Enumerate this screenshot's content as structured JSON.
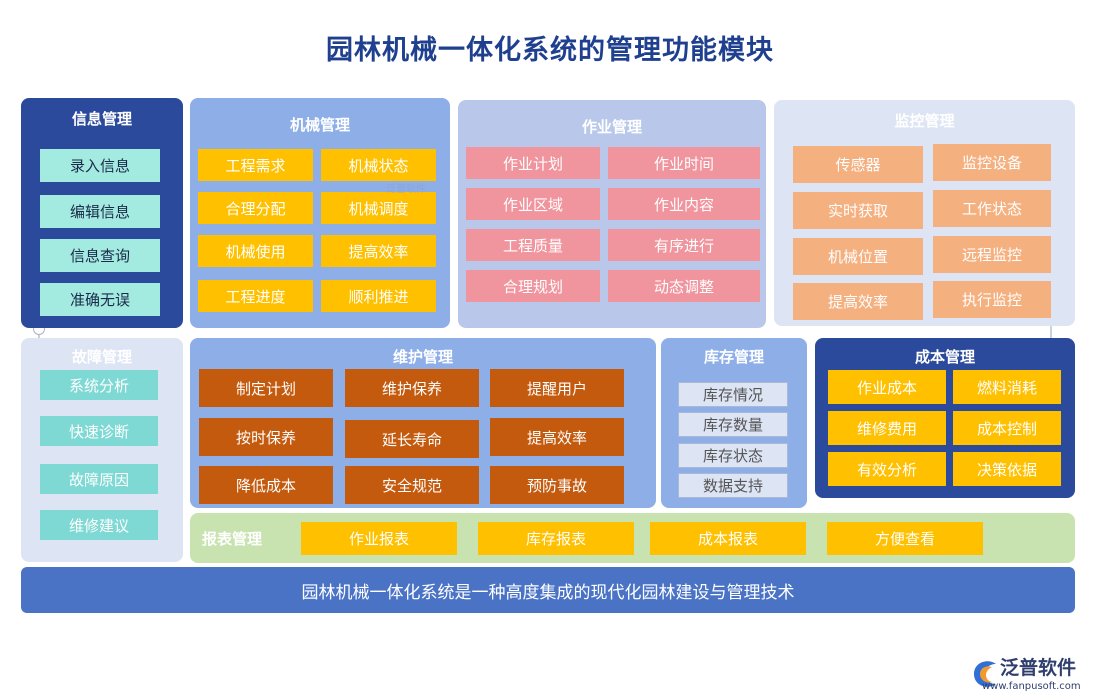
{
  "title": "园林机械一体化系统的管理功能模块",
  "footer": "园林机械一体化系统是一种高度集成的现代化园林建设与管理技术",
  "watermark": "泛普软件",
  "logo": {
    "name": "泛普软件",
    "url": "www.fanpusoft.com"
  },
  "colors": {
    "title": "#1f3f8f",
    "info_panel": "#2c4a9c",
    "info_box": "#a3ebe0",
    "machine_panel": "#8eaee8",
    "machine_box": "#ffc000",
    "work_panel": "#b9c8ea",
    "work_box": "#f0949e",
    "monitor_panel": "#dde4f4",
    "monitor_box": "#f5b080",
    "fault_panel": "#dde4f4",
    "fault_box": "#7ed9d4",
    "maint_panel": "#8eaee8",
    "maint_box": "#c45a0e",
    "stock_panel": "#8eaee8",
    "stock_box": "#dde4f4",
    "cost_panel": "#2c4a9c",
    "cost_box": "#ffc000",
    "report_panel": "#c9e3b0",
    "report_box": "#ffc000",
    "footer": "#4a73c6"
  },
  "modules": {
    "info": {
      "title": "信息管理",
      "items": [
        "录入信息",
        "编辑信息",
        "信息查询",
        "准确无误"
      ]
    },
    "machine": {
      "title": "机械管理",
      "items": [
        "工程需求",
        "机械状态",
        "合理分配",
        "机械调度",
        "机械使用",
        "提高效率",
        "工程进度",
        "顺利推进"
      ]
    },
    "work": {
      "title": "作业管理",
      "items": [
        "作业计划",
        "作业时间",
        "作业区域",
        "作业内容",
        "工程质量",
        "有序进行",
        "合理规划",
        "动态调整"
      ]
    },
    "monitor": {
      "title": "监控管理",
      "items": [
        "传感器",
        "监控设备",
        "实时获取",
        "工作状态",
        "机械位置",
        "远程监控",
        "提高效率",
        "执行监控"
      ]
    },
    "fault": {
      "title": "故障管理",
      "items": [
        "系统分析",
        "快速诊断",
        "故障原因",
        "维修建议"
      ]
    },
    "maint": {
      "title": "维护管理",
      "items": [
        "制定计划",
        "维护保养",
        "提醒用户",
        "按时保养",
        "延长寿命",
        "提高效率",
        "降低成本",
        "安全规范",
        "预防事故"
      ]
    },
    "stock": {
      "title": "库存管理",
      "items": [
        "库存情况",
        "库存数量",
        "库存状态",
        "数据支持"
      ]
    },
    "cost": {
      "title": "成本管理",
      "items": [
        "作业成本",
        "燃料消耗",
        "维修费用",
        "成本控制",
        "有效分析",
        "决策依据"
      ]
    },
    "report": {
      "title": "报表管理",
      "items": [
        "作业报表",
        "库存报表",
        "成本报表",
        "方便查看"
      ]
    }
  }
}
